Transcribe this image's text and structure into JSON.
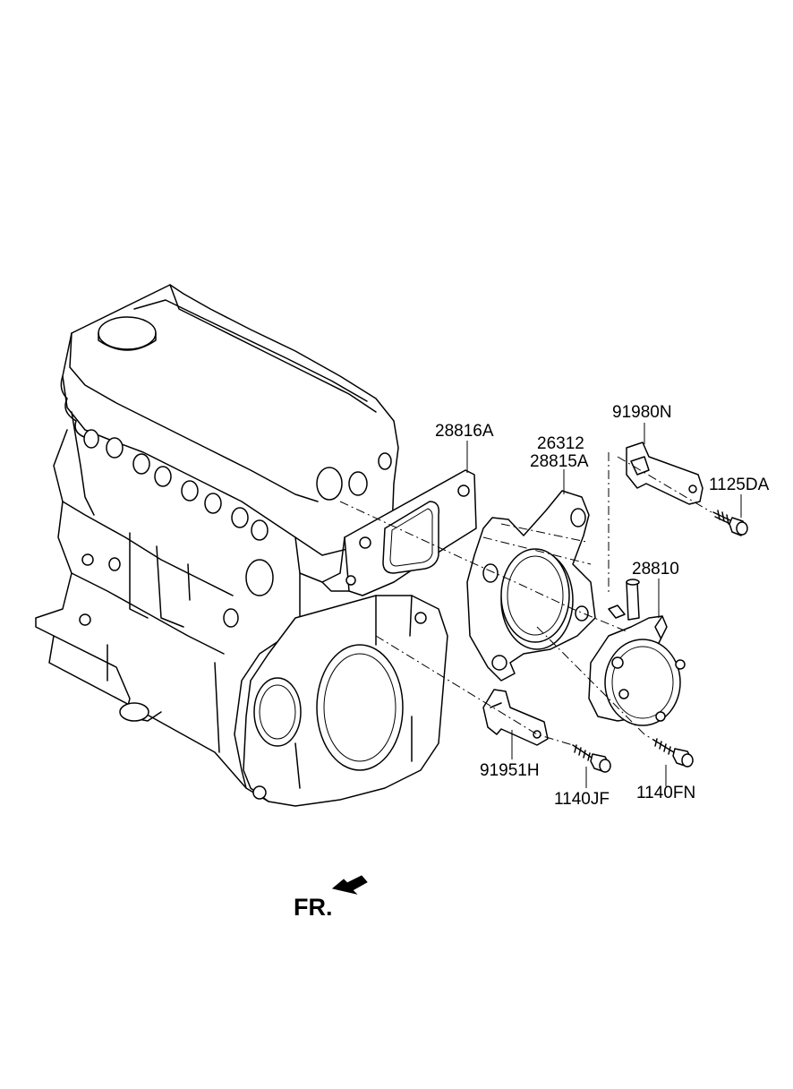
{
  "diagram": {
    "labels": {
      "p28816A": "28816A",
      "p26312": "26312",
      "p28815A": "28815A",
      "p91980N": "91980N",
      "p1125DA": "1125DA",
      "p28810": "28810",
      "p91951H": "91951H",
      "p1140JF": "1140JF",
      "p1140FN": "1140FN"
    },
    "direction": {
      "text": "FR.",
      "arrow_icon": "front-direction-arrow-icon"
    }
  }
}
